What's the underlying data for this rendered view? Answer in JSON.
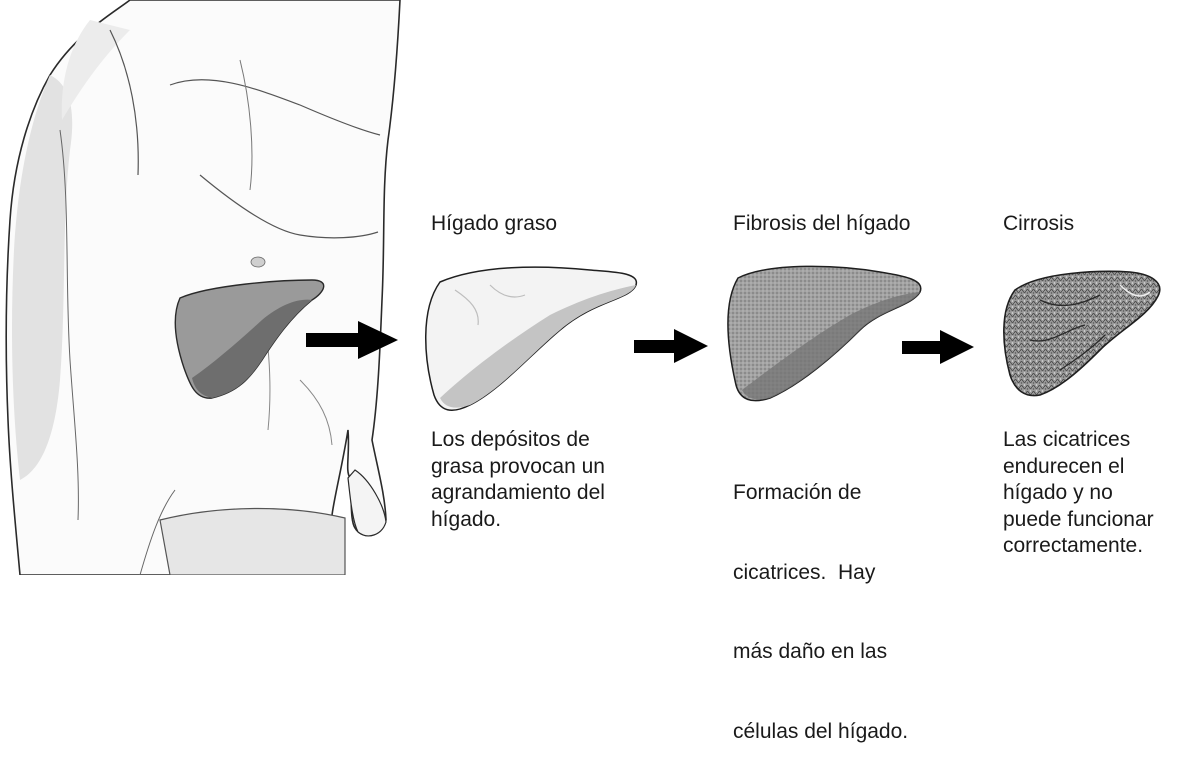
{
  "stages": [
    {
      "title": "Hígado graso",
      "description": [
        "Los depósitos de",
        "grasa provocan un",
        "agrandamiento del",
        "hígado."
      ]
    },
    {
      "title": "Fibrosis del hígado",
      "description": [
        "Formación de",
        "cicatrices.  Hay",
        "más daño en las",
        "células del hígado."
      ]
    },
    {
      "title": "Cirrosis",
      "description": [
        "Las cicatrices",
        "endurecen el",
        "hígado y no",
        "puede funcionar",
        "correctamente."
      ]
    }
  ],
  "colors": {
    "outline": "#1f1f1f",
    "skin_shade": "#e4e4e4",
    "liver_torso": "#9a9a9a",
    "liver_torso_lobe": "#6e6e6e",
    "liver_fatty": "#f3f3f3",
    "liver_fatty_lobe": "#c4c4c4",
    "liver_fibrosis": "#9c9c9c",
    "liver_fibrosis_lobe": "#777777",
    "liver_cirrhosis": "#8a8a8a",
    "arrow": "#000000"
  },
  "icons": [
    "torso-illustration",
    "liver-icon",
    "arrow-right-icon"
  ]
}
